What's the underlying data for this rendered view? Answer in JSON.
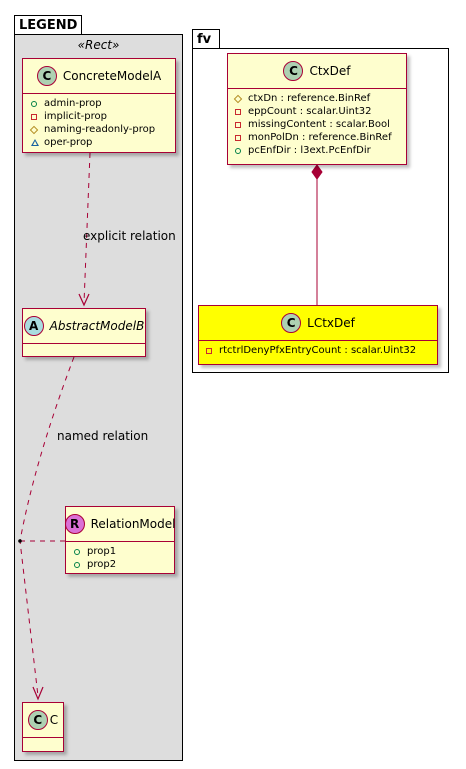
{
  "legend": {
    "title": "LEGEND",
    "stereotype": "«Rect»",
    "concrete_model": {
      "badge": "C",
      "badge_color": "#add1b2",
      "name": "ConcreteModelA",
      "attributes": [
        {
          "visibility": "public",
          "text": "admin-prop"
        },
        {
          "visibility": "private",
          "text": "implicit-prop"
        },
        {
          "visibility": "protected",
          "text": "naming-readonly-prop"
        },
        {
          "visibility": "package",
          "text": "oper-prop"
        }
      ]
    },
    "abstract_model": {
      "badge": "A",
      "badge_color": "#a9dcdf",
      "name": "AbstractModelB"
    },
    "relation_model": {
      "badge": "R",
      "badge_color": "#da70d6",
      "name": "RelationModel",
      "attributes": [
        {
          "visibility": "public",
          "text": "prop1"
        },
        {
          "visibility": "public",
          "text": "prop2"
        }
      ]
    },
    "c_model": {
      "badge": "C",
      "badge_color": "#add1b2",
      "name": "C"
    },
    "explicit_relation_label": "explicit relation",
    "named_relation_label": "named relation"
  },
  "fv": {
    "title": "fv",
    "ctxdef": {
      "badge": "C",
      "badge_color": "#add1b2",
      "name": "CtxDef",
      "attributes": [
        {
          "visibility": "protected",
          "text": "ctxDn : reference.BinRef"
        },
        {
          "visibility": "private",
          "text": "eppCount : scalar.Uint32"
        },
        {
          "visibility": "private",
          "text": "missingContent : scalar.Bool"
        },
        {
          "visibility": "private",
          "text": "monPolDn : reference.BinRef"
        },
        {
          "visibility": "public",
          "text": "pcEnfDir : l3ext.PcEnfDir"
        }
      ]
    },
    "lctxdef": {
      "badge": "C",
      "badge_color": "#add1b2",
      "name": "LCtxDef",
      "highlight_color": "#ffff00",
      "attributes": [
        {
          "visibility": "private",
          "text": "rtctrlDenyPfxEntryCount : scalar.Uint32"
        }
      ]
    }
  }
}
